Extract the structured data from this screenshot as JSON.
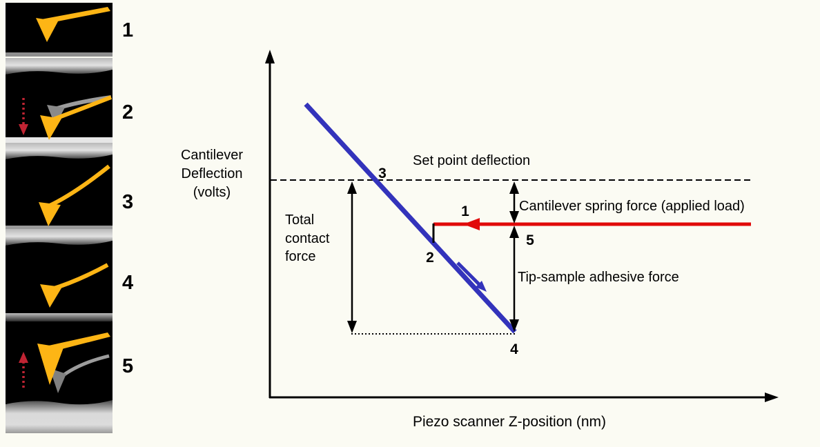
{
  "panels": {
    "labels": [
      "1",
      "2",
      "3",
      "4",
      "5"
    ],
    "colors": {
      "cantilever": "#fdb515",
      "ghost_cantilever": "#9c9c9c",
      "motion_arrow": "#c02433",
      "background": "#000000"
    }
  },
  "graph": {
    "y_axis_label_lines": [
      "Cantilever",
      "Deflection",
      "(volts)"
    ],
    "x_axis_label": "Piezo scanner Z-position (nm)",
    "set_point_label": "Set point deflection",
    "spring_force_label": "Cantilever spring force (applied load)",
    "adhesive_force_label": "Tip-sample adhesive force",
    "total_contact_label_lines": [
      "Total",
      "contact",
      "force"
    ],
    "point_labels": {
      "p1": "1",
      "p2": "2",
      "p3": "3",
      "p4": "4",
      "p5": "5"
    },
    "colors": {
      "approach_line": "#3333bb",
      "retract_line": "#e10a0a",
      "axis": "#000000"
    }
  }
}
